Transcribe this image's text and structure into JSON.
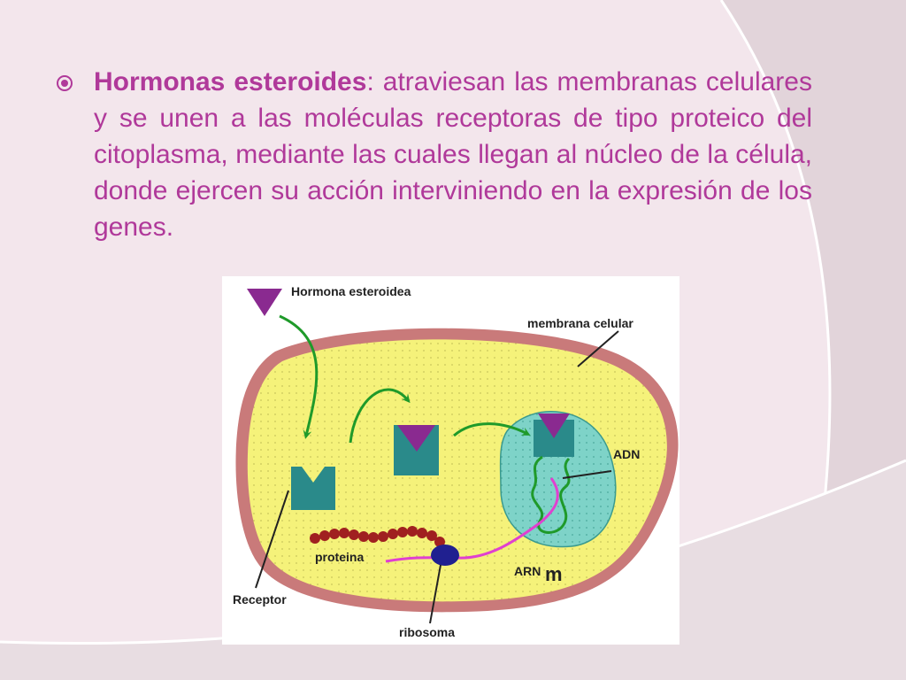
{
  "slide": {
    "term": "Hormonas esteroides",
    "colon": ":",
    "description": " atraviesan las membranas celulares y se unen a las moléculas receptoras de tipo proteico del citoplasma, mediante las cuales llegan al núcleo de la célula, donde ejercen su acción interviniendo en la expresión de los genes."
  },
  "diagram": {
    "labels": {
      "hormone": "Hormona esteroidea",
      "membrane": "membrana celular",
      "dna": "ADN",
      "protein": "proteina",
      "mrna": "ARN",
      "mrna_suffix": "m",
      "receptor": "Receptor",
      "ribosome": "ribosoma"
    }
  },
  "colors": {
    "text": "#b0399a",
    "background": "#f3e6ec",
    "cell_membrane": "#c97a7a",
    "cytoplasm": "#f5f27a",
    "nucleus": "#7ed3c8",
    "receptor": "#2a8a8a",
    "hormone": "#8a2a90",
    "arrow": "#1f9a2a",
    "mrna": "#e040d0",
    "protein": "#a02020",
    "ribosome": "#202090"
  }
}
